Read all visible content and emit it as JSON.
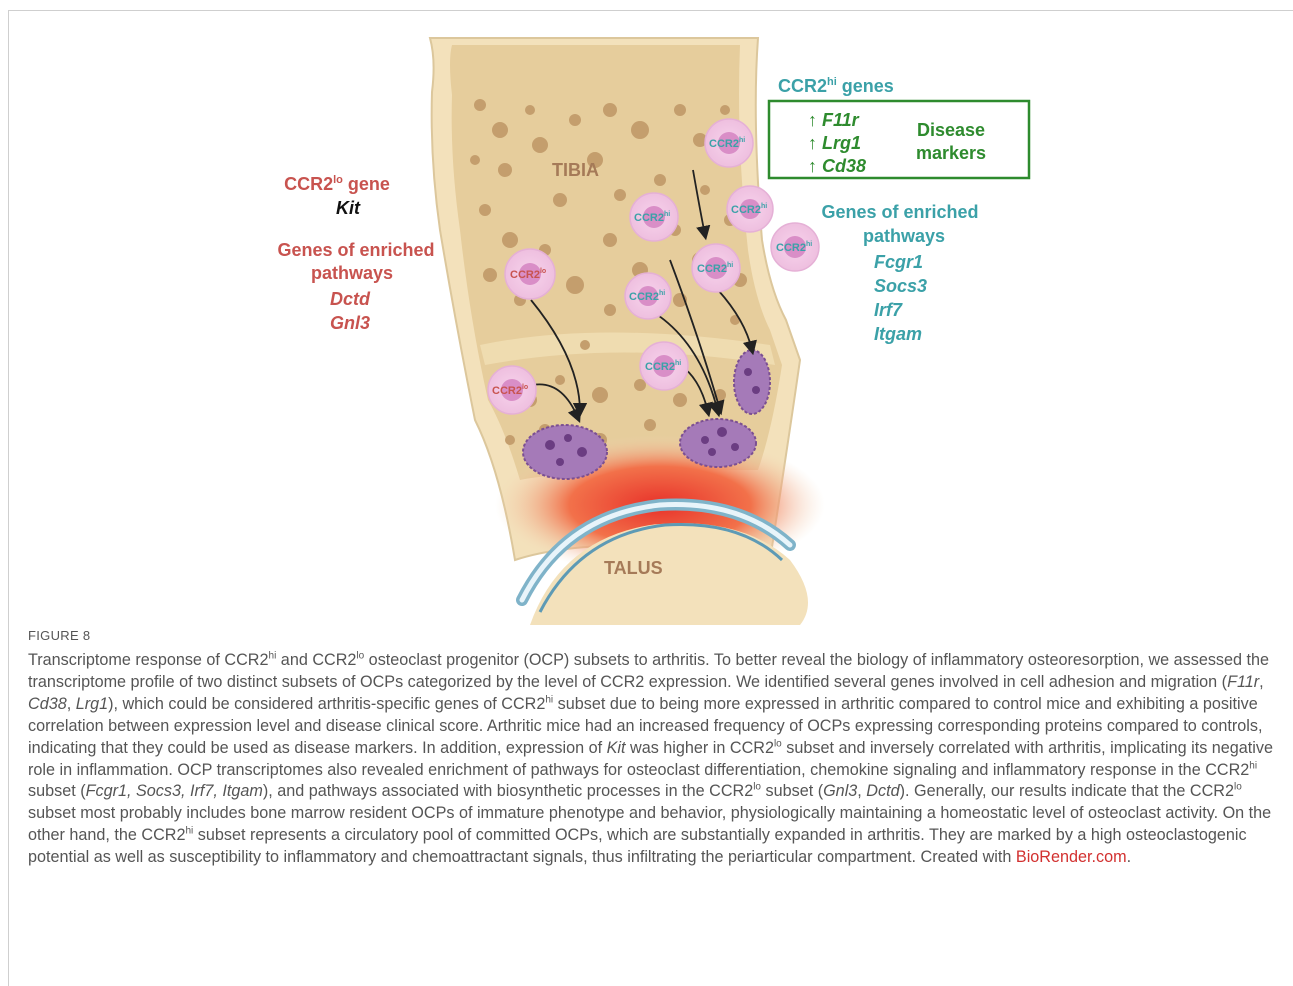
{
  "figure": {
    "bones": {
      "top": "TIBIA",
      "bottom": "TALUS"
    },
    "cell_labels": {
      "hi": "CCR2",
      "hi_sup": "hi",
      "lo": "CCR2",
      "lo_sup": "lo"
    },
    "left_panel": {
      "gene_title": "CCR2",
      "gene_title_sup": "lo",
      "gene_title_suffix": " gene",
      "gene": "Kit",
      "pathways_title_1": "Genes of enriched",
      "pathways_title_2": "pathways",
      "pathway_genes": [
        "Dctd",
        "Gnl3"
      ],
      "color": "#c8534f"
    },
    "right_panel": {
      "title": "CCR2",
      "title_sup": "hi",
      "title_suffix": " genes",
      "marker_genes": [
        "↑ F11r",
        "↑ Lrg1",
        "↑ Cd38"
      ],
      "marker_label_1": "Disease",
      "marker_label_2": "markers",
      "pathways_title_1": "Genes of enriched",
      "pathways_title_2": "pathways",
      "pathway_genes": [
        "Fcgr1",
        "Socs3",
        "Irf7",
        "Itgam"
      ],
      "color_teal": "#3ba1a8",
      "color_green": "#2e8b2e"
    }
  },
  "caption": {
    "label": "FIGURE 8",
    "p1": "Transcriptome response of CCR2",
    "sup_hi": "hi",
    "sup_lo": "lo",
    "p2": " and CCR2",
    "p3": " osteoclast progenitor (OCP) subsets to arthritis. To better reveal the biology of inflammatory osteoresorption, we assessed the transcriptome profile of two distinct subsets of OCPs categorized by the level of CCR2 expression. We identified several genes involved in cell adhesion and migration (",
    "g_f11r": "F11r",
    "g_cd38": "Cd38",
    "g_lrg1": "Lrg1",
    "sep": ", ",
    "p4": "), which could be considered arthritis-specific genes of CCR2",
    "p5": " subset due to being more expressed in arthritic compared to control mice and exhibiting a positive correlation between expression level and disease clinical score. Arthritic mice had an increased frequency of OCPs expressing corresponding proteins compared to controls, indicating that they could be used as disease markers. In addition, expression of ",
    "g_kit": "Kit",
    "p6": " was higher in CCR2",
    "p7": " subset and inversely correlated with arthritis, implicating its negative role in inflammation. OCP transcriptomes also revealed enrichment of pathways for osteoclast differentiation, chemokine signaling and inflammatory response in the CCR2",
    "p8": " subset (",
    "g_hi_list": "Fcgr1, Socs3, Irf7, Itgam",
    "p9": "), and pathways associated with biosynthetic processes in the CCR2",
    "p10": " subset (",
    "g_gnl3": "Gnl3",
    "g_dctd": "Dctd",
    "p11": "). Generally, our results indicate that the CCR2",
    "p12": " subset most probably includes bone marrow resident OCPs of immature phenotype and behavior, physiologically maintaining a homeostatic level of osteoclast activity. On the other hand, the CCR2",
    "p13": " subset represents a circulatory pool of committed OCPs, which are substantially expanded in arthritis. They are marked by a high osteoclastogenic potential as well as susceptibility to inflammatory and chemoattractant signals, thus infiltrating the periarticular compartment. Created with ",
    "link": "BioRender.com",
    "end": "."
  }
}
